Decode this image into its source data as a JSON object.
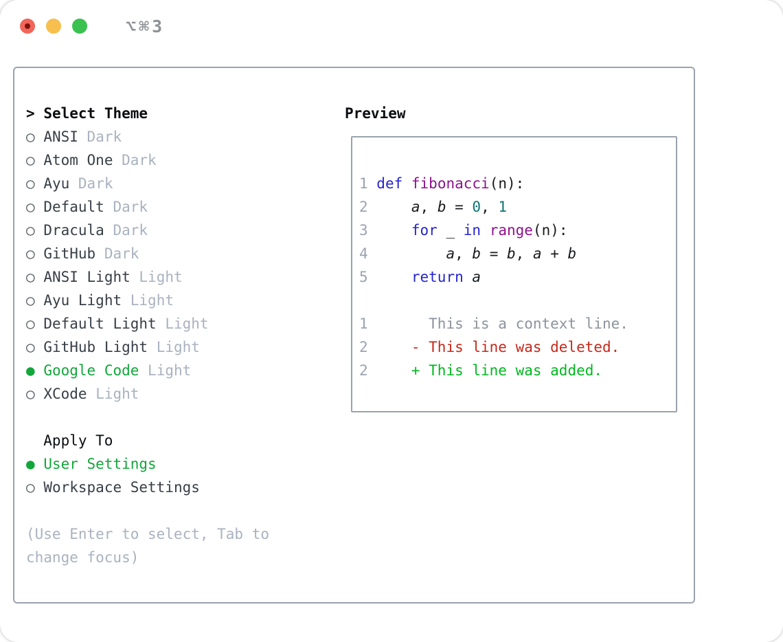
{
  "window": {
    "title_shortcut": "⌥⌘3",
    "traffic_lights": [
      {
        "name": "close",
        "color": "#f1655a",
        "dot": "#7c130b"
      },
      {
        "name": "minimize",
        "color": "#f6bf4e",
        "dot": null
      },
      {
        "name": "maximize",
        "color": "#3bc14f",
        "dot": null
      }
    ]
  },
  "theme_menu": {
    "cursor": ">",
    "header": "Select Theme",
    "radio_empty": "○",
    "radio_filled": "●",
    "items": [
      {
        "name": "ANSI",
        "variant": "Dark",
        "selected": false
      },
      {
        "name": "Atom One",
        "variant": "Dark",
        "selected": false
      },
      {
        "name": "Ayu",
        "variant": "Dark",
        "selected": false
      },
      {
        "name": "Default",
        "variant": "Dark",
        "selected": false
      },
      {
        "name": "Dracula",
        "variant": "Dark",
        "selected": false
      },
      {
        "name": "GitHub",
        "variant": "Dark",
        "selected": false
      },
      {
        "name": "ANSI Light",
        "variant": "Light",
        "selected": false
      },
      {
        "name": "Ayu Light",
        "variant": "Light",
        "selected": false
      },
      {
        "name": "Default Light",
        "variant": "Light",
        "selected": false
      },
      {
        "name": "GitHub Light",
        "variant": "Light",
        "selected": false
      },
      {
        "name": "Google Code",
        "variant": "Light",
        "selected": true
      },
      {
        "name": "XCode",
        "variant": "Light",
        "selected": false
      }
    ]
  },
  "apply_to": {
    "header": "Apply To",
    "options": [
      {
        "label": "User Settings",
        "selected": true
      },
      {
        "label": "Workspace Settings",
        "selected": false
      }
    ]
  },
  "footer_hint": "(Use Enter to select, Tab to change focus)",
  "preview": {
    "header": "Preview",
    "code_lines": [
      {
        "num": "1",
        "tokens": [
          {
            "t": "def",
            "c": "kw"
          },
          {
            "t": " ",
            "c": "pln"
          },
          {
            "t": "fibonacci",
            "c": "fn"
          },
          {
            "t": "(n):",
            "c": "pln"
          }
        ]
      },
      {
        "num": "2",
        "tokens": [
          {
            "t": "    ",
            "c": "pln"
          },
          {
            "t": "a",
            "c": "var"
          },
          {
            "t": ", ",
            "c": "pln"
          },
          {
            "t": "b",
            "c": "var"
          },
          {
            "t": " = ",
            "c": "pln"
          },
          {
            "t": "0",
            "c": "lit"
          },
          {
            "t": ", ",
            "c": "pln"
          },
          {
            "t": "1",
            "c": "lit"
          }
        ]
      },
      {
        "num": "3",
        "tokens": [
          {
            "t": "    ",
            "c": "pln"
          },
          {
            "t": "for",
            "c": "kw"
          },
          {
            "t": " _ ",
            "c": "pln"
          },
          {
            "t": "in",
            "c": "kw"
          },
          {
            "t": " ",
            "c": "pln"
          },
          {
            "t": "range",
            "c": "fn"
          },
          {
            "t": "(n):",
            "c": "pln"
          }
        ]
      },
      {
        "num": "4",
        "tokens": [
          {
            "t": "        ",
            "c": "pln"
          },
          {
            "t": "a",
            "c": "var"
          },
          {
            "t": ", ",
            "c": "pln"
          },
          {
            "t": "b",
            "c": "var"
          },
          {
            "t": " = ",
            "c": "pln"
          },
          {
            "t": "b",
            "c": "var"
          },
          {
            "t": ", ",
            "c": "pln"
          },
          {
            "t": "a",
            "c": "var"
          },
          {
            "t": " + ",
            "c": "pln"
          },
          {
            "t": "b",
            "c": "var"
          }
        ]
      },
      {
        "num": "5",
        "tokens": [
          {
            "t": "    ",
            "c": "pln"
          },
          {
            "t": "return",
            "c": "kw"
          },
          {
            "t": " ",
            "c": "pln"
          },
          {
            "t": "a",
            "c": "var"
          }
        ]
      }
    ],
    "diff_lines": [
      {
        "num": "1",
        "tokens": [
          {
            "t": "      This is a context line.",
            "c": "ctx"
          }
        ]
      },
      {
        "num": "2",
        "tokens": [
          {
            "t": "    ",
            "c": "pln"
          },
          {
            "t": "- This line was deleted.",
            "c": "del"
          }
        ]
      },
      {
        "num": "2",
        "tokens": [
          {
            "t": "    ",
            "c": "pln"
          },
          {
            "t": "+ This line was added.",
            "c": "add"
          }
        ]
      }
    ]
  },
  "colors": {
    "selection_green": "#12a63b",
    "diff_added": "#00b81f",
    "diff_deleted": "#c5291b",
    "context_gray": "#8c939e",
    "keyword_blue": "#2525cd",
    "function_purple": "#8d118d",
    "literal_teal": "#0f7373",
    "muted_gray": "#a9b2bf",
    "line_number_gray": "#9aa3b2",
    "border_gray": "#9aa2ae"
  }
}
